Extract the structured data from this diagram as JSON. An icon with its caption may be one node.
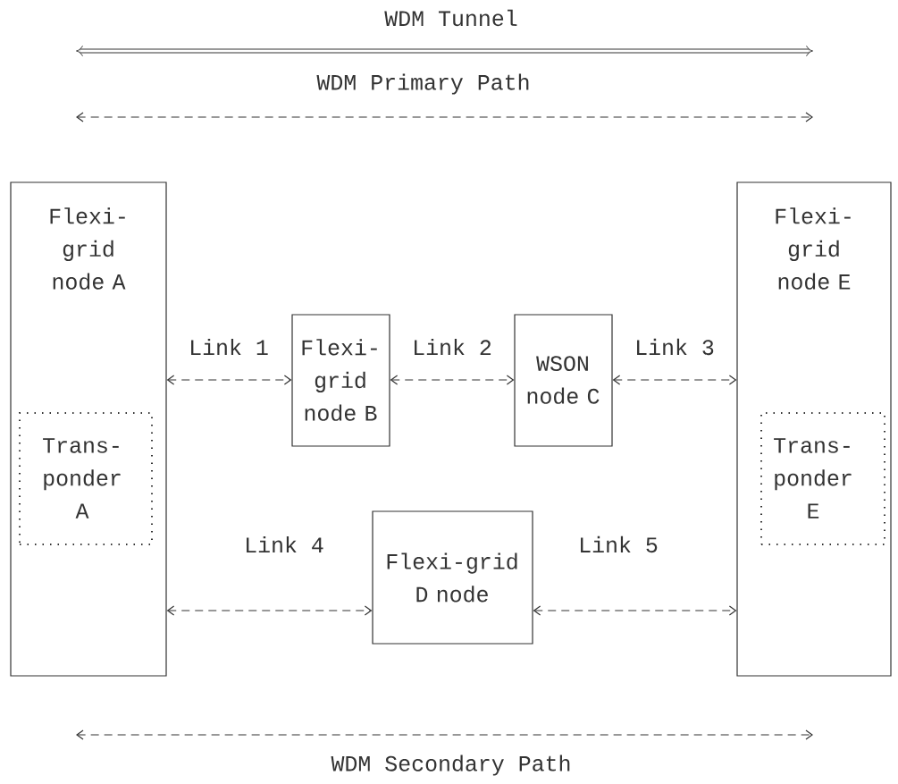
{
  "diagram": {
    "nodes": [
      {
        "text": [
          "Flexi- grid node A"
        ]
      },
      {
        "text": [
          "Trans- ponder A"
        ],
        "in": 0
      },
      {
        "text": [
          "Flexi- grid node E"
        ]
      },
      {
        "text": [
          "Trans- ponder E"
        ],
        "in": 2
      },
      {
        "text": [
          "Flexi- grid node B"
        ]
      },
      {
        "text": [
          "WSON node C"
        ]
      },
      {
        "text": [
          "Flexi-grid D node"
        ]
      }
    ],
    "edges": [
      {
        "from": 0,
        "to": 4,
        "arrow": "both",
        "label": "Link 1"
      },
      {
        "from": 4,
        "to": 5,
        "arrow": "both",
        "label": "Link 2"
      },
      {
        "from": 5,
        "to": 2,
        "arrow": "both",
        "label": "Link 3"
      },
      {
        "from": 0,
        "to": 6,
        "arrow": "both",
        "label": "Link 4"
      },
      {
        "from": 6,
        "to": 2,
        "arrow": "both",
        "label": "Link 5"
      }
    ],
    "labels": [
      "WDM Tunnel",
      "WDM Primary Path",
      "WDM Secondary Path"
    ]
  }
}
